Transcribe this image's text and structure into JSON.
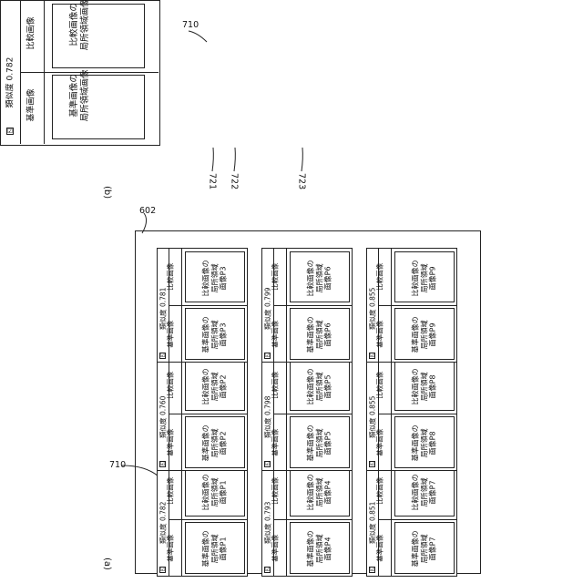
{
  "labels": {
    "part_a": "(a)",
    "part_b": "(b)",
    "ref_602": "602",
    "ref_710_a": "710",
    "ref_710_b": "710",
    "ref_721": "721",
    "ref_722": "722",
    "ref_723": "723"
  },
  "detail_card": {
    "similarity": "類似度 0.782",
    "checkbox": "☑",
    "reference_header": "基準画像",
    "comparison_header": "比較画像",
    "reference_region": "基準画像の\n局所領域画像",
    "comparison_region": "比較画像の\n局所領域画像"
  },
  "grid": {
    "rows": [
      [
        {
          "similarity": "類似度 0.782",
          "ref": "基準画像の\n局所領域\n画像P1",
          "cmp": "比較画像の\n局所領域\n画像P1"
        },
        {
          "similarity": "類似度 0.760",
          "ref": "基準画像の\n局所領域\n画像P2",
          "cmp": "比較画像の\n局所領域\n画像P2"
        },
        {
          "similarity": "類似度 0.781",
          "ref": "基準画像の\n局所領域\n画像P3",
          "cmp": "比較画像の\n局所領域\n画像P3"
        }
      ],
      [
        {
          "similarity": "類似度 0.793",
          "ref": "基準画像の\n局所領域\n画像P4",
          "cmp": "比較画像の\n局所領域\n画像P4"
        },
        {
          "similarity": "類似度 0.798",
          "ref": "基準画像の\n局所領域\n画像P5",
          "cmp": "比較画像の\n局所領域\n画像P5"
        },
        {
          "similarity": "類似度 0.799",
          "ref": "基準画像の\n局所領域\n画像P6",
          "cmp": "比較画像の\n局所領域\n画像P6"
        }
      ],
      [
        {
          "similarity": "類似度 0.851",
          "ref": "基準画像の\n局所領域\n画像P7",
          "cmp": "比較画像の\n局所領域\n画像P7"
        },
        {
          "similarity": "類似度 0.855",
          "ref": "基準画像の\n局所領域\n画像P8",
          "cmp": "比較画像の\n局所領域\n画像P8"
        },
        {
          "similarity": "類似度 0.855",
          "ref": "基準画像の\n局所領域\n画像P9",
          "cmp": "比較画像の\n局所領域\n画像P9"
        }
      ]
    ],
    "reference_header": "基準画像",
    "comparison_header": "比較画像",
    "checkbox": "☑"
  }
}
